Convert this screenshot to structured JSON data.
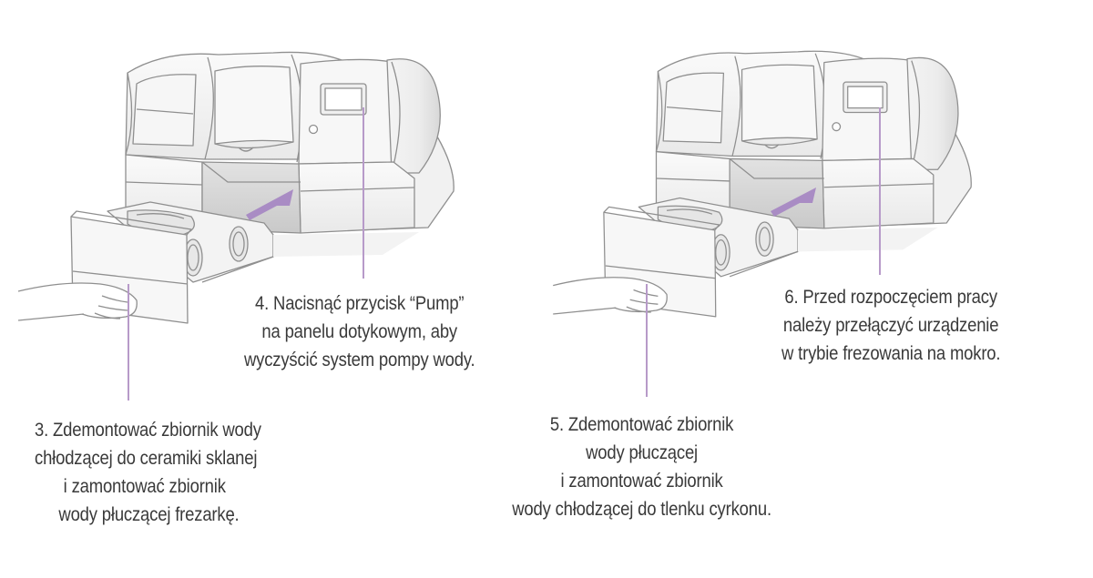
{
  "steps": [
    {
      "number": "3.",
      "lines": [
        "3. Zdemontować zbiornik wody",
        "chłodzącej do ceramiki sklanej",
        "i zamontować zbiornik",
        "wody płuczącej frezarkę."
      ]
    },
    {
      "number": "4.",
      "lines": [
        "4. Nacisnąć przycisk “Pump”",
        "na panelu dotykowym, aby",
        "wyczyścić system pompy wody."
      ]
    },
    {
      "number": "5.",
      "lines": [
        "5. Zdemontować zbiornik",
        "wody płuczącej",
        "i zamontować zbiornik",
        "wody chłodzącej do tlenku cyrkonu."
      ]
    },
    {
      "number": "6.",
      "lines": [
        "6. Przed rozpoczęciem pracy",
        "należy przełączyć urządzenie",
        "w trybie frezowania na mokro."
      ]
    }
  ],
  "colors": {
    "callout_line": "#b79ac9",
    "arrow": "#a98cc4",
    "outline": "#8f8f8f",
    "text": "#3a3a3a"
  }
}
